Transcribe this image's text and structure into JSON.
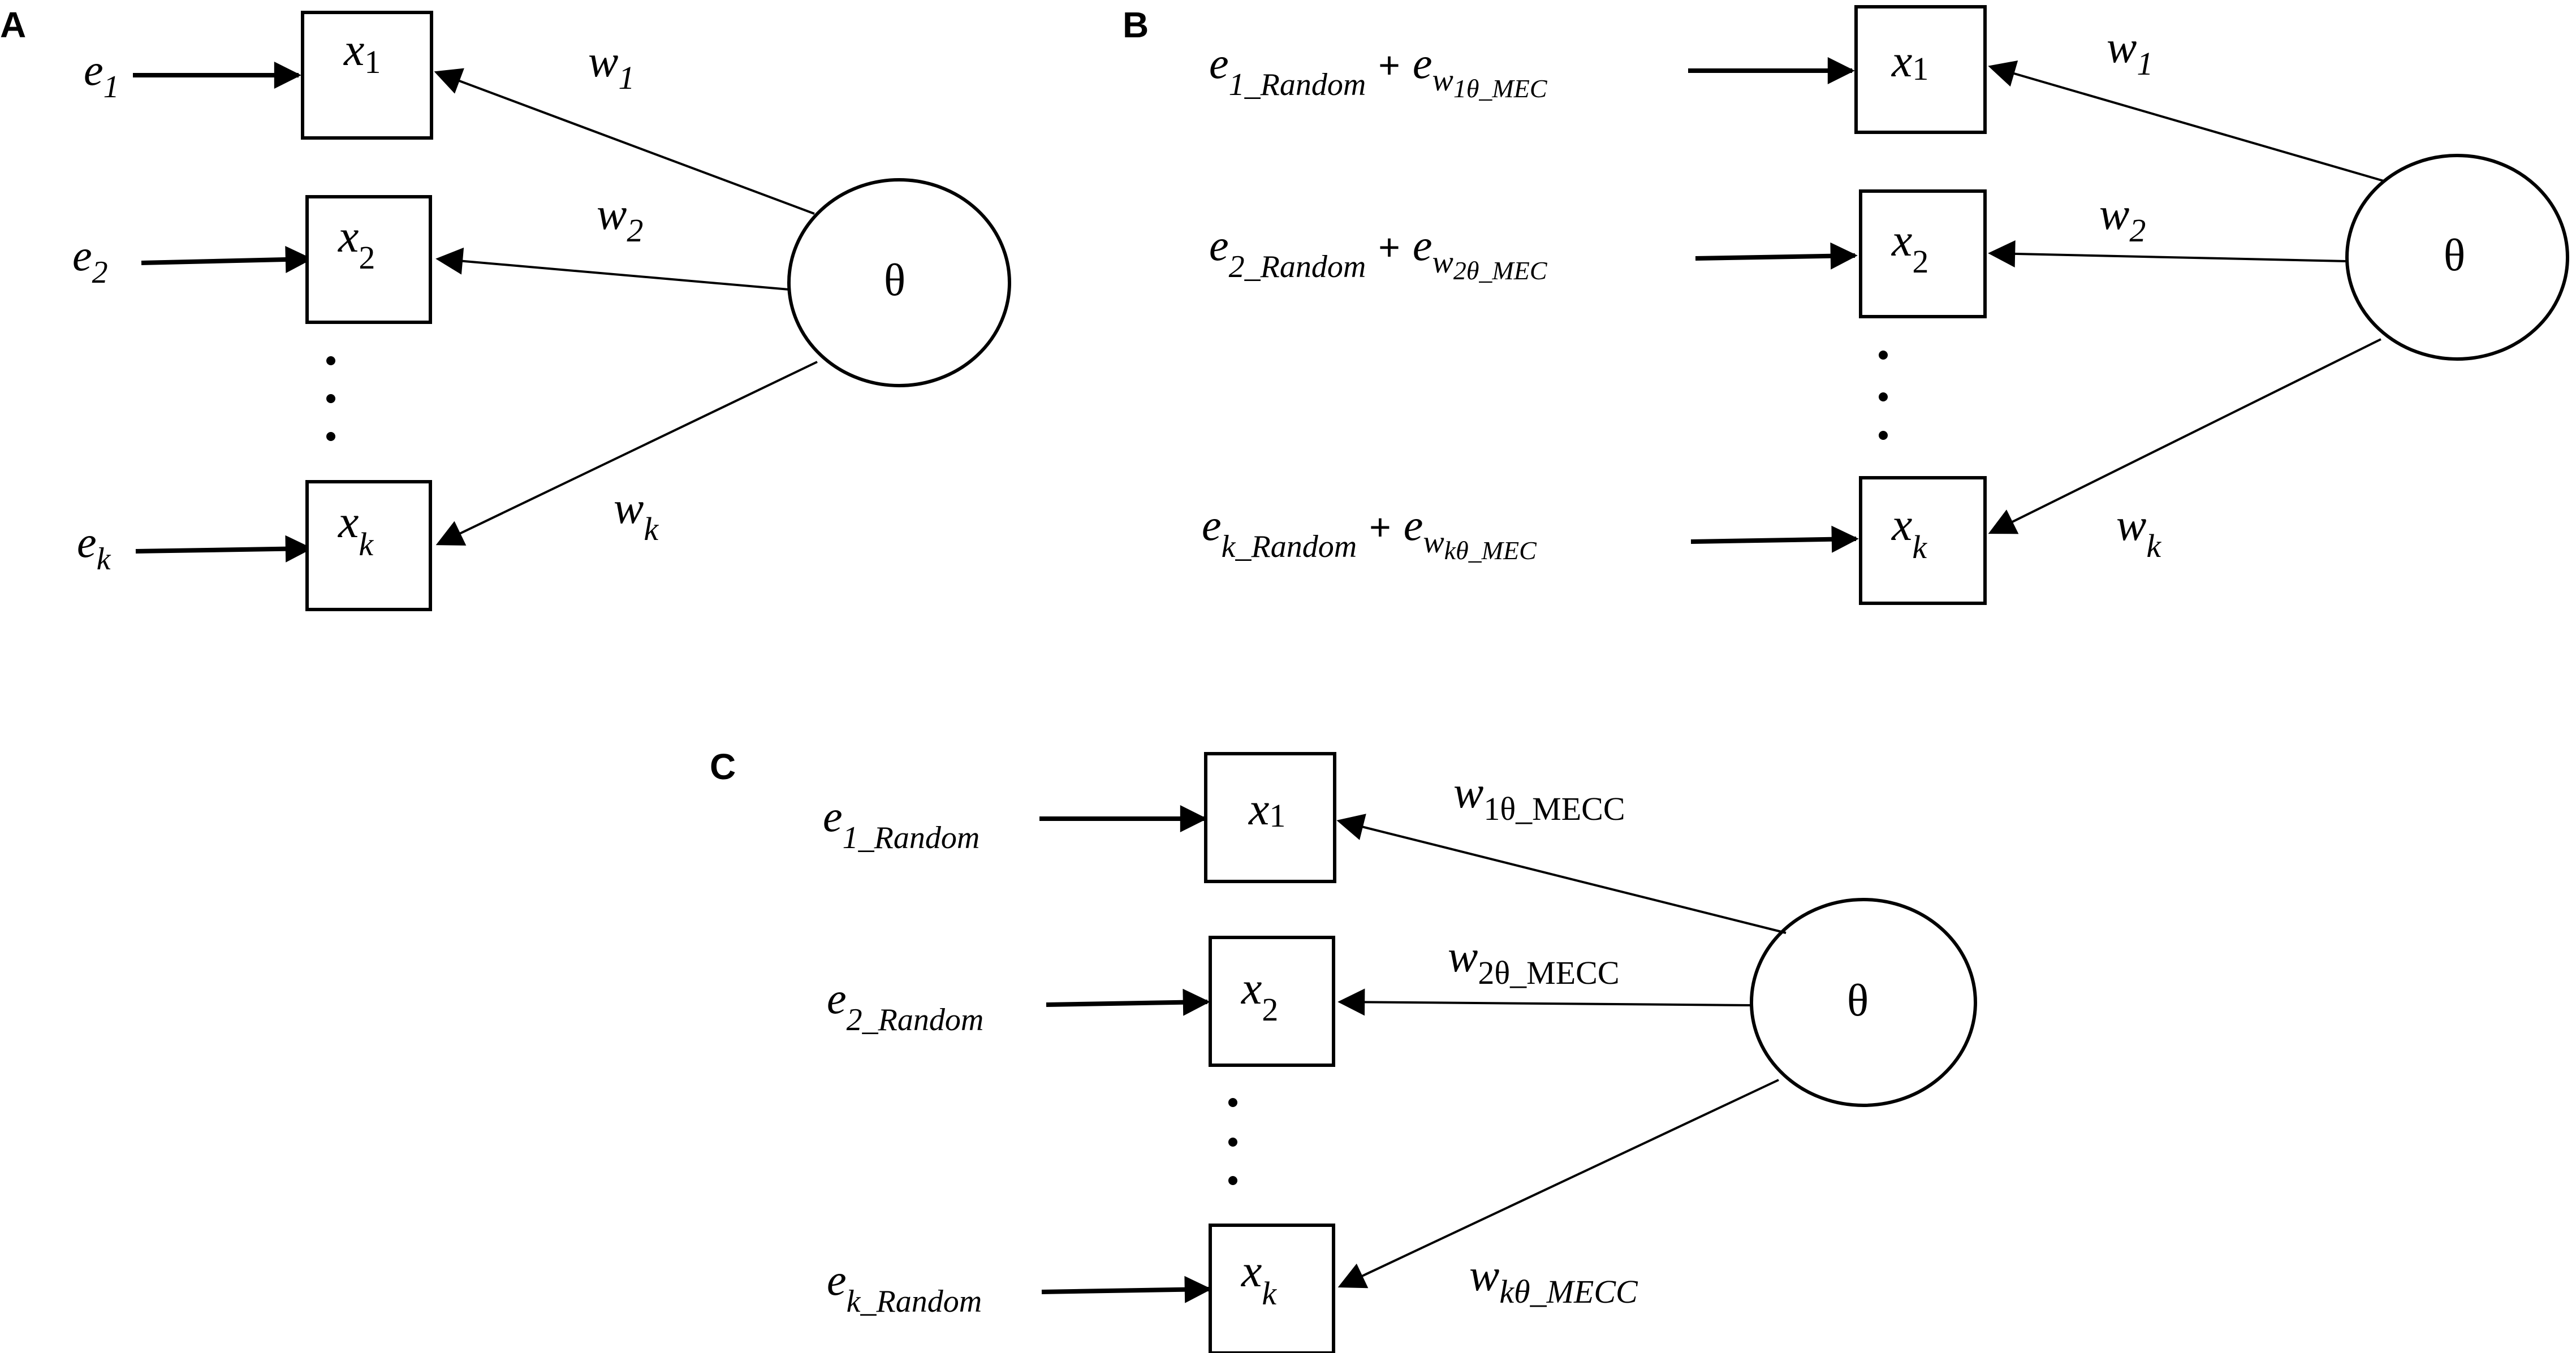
{
  "panels": {
    "A": {
      "label": "A",
      "theta": "θ",
      "inputs": [
        {
          "e": "e",
          "e_sub": "1"
        },
        {
          "e": "e",
          "e_sub": "2"
        },
        {
          "e": "e",
          "e_sub": "k"
        }
      ],
      "nodes": [
        {
          "x": "x",
          "x_sub": "1"
        },
        {
          "x": "x",
          "x_sub": "2"
        },
        {
          "x": "x",
          "x_sub": "k"
        }
      ],
      "weights": [
        {
          "w": "w",
          "w_sub": "1"
        },
        {
          "w": "w",
          "w_sub": "2"
        },
        {
          "w": "w",
          "w_sub": "k"
        }
      ]
    },
    "B": {
      "label": "B",
      "theta": "θ",
      "plus": "+",
      "inputs": [
        {
          "e": "e",
          "e_sub": "1_Random",
          "e2": "e",
          "e2_sub": "w",
          "e2_subsub": "1θ_MEC"
        },
        {
          "e": "e",
          "e_sub": "2_Random",
          "e2": "e",
          "e2_sub": "w",
          "e2_subsub": "2θ_MEC"
        },
        {
          "e": "e",
          "e_sub": "k_Random",
          "e2": "e",
          "e2_sub": "w",
          "e2_subsub": "kθ_MEC"
        }
      ],
      "nodes": [
        {
          "x": "x",
          "x_sub": "1"
        },
        {
          "x": "x",
          "x_sub": "2"
        },
        {
          "x": "x",
          "x_sub": "k"
        }
      ],
      "weights": [
        {
          "w": "w",
          "w_sub": "1"
        },
        {
          "w": "w",
          "w_sub": "2"
        },
        {
          "w": "w",
          "w_sub": "k"
        }
      ]
    },
    "C": {
      "label": "C",
      "theta": "θ",
      "inputs": [
        {
          "e": "e",
          "e_sub": "1_Random"
        },
        {
          "e": "e",
          "e_sub": "2_Random"
        },
        {
          "e": "e",
          "e_sub": "k_Random"
        }
      ],
      "nodes": [
        {
          "x": "x",
          "x_sub": "1"
        },
        {
          "x": "x",
          "x_sub": "2"
        },
        {
          "x": "x",
          "x_sub": "k"
        }
      ],
      "weights": [
        {
          "w": "w",
          "w_sub": "1θ_MECC"
        },
        {
          "w": "w",
          "w_sub": "2θ_MECC"
        },
        {
          "w": "w",
          "w_sub": "kθ_MECC"
        }
      ]
    }
  }
}
